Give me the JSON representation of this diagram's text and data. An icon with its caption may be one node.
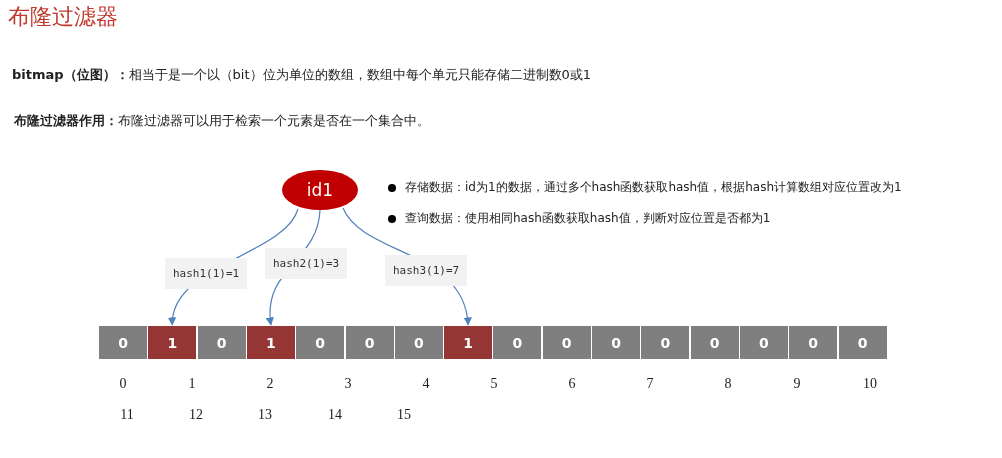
{
  "diagram": {
    "title": "布隆过滤器",
    "nodes": [
      {
        "text": [
          "id1"
        ]
      },
      {
        "text": [
          "0"
        ]
      },
      {
        "text": [
          "1"
        ]
      },
      {
        "text": [
          "0"
        ]
      },
      {
        "text": [
          "1"
        ]
      },
      {
        "text": [
          "0"
        ]
      },
      {
        "text": [
          "0"
        ]
      },
      {
        "text": [
          "0"
        ]
      },
      {
        "text": [
          "1"
        ]
      },
      {
        "text": [
          "0"
        ]
      },
      {
        "text": [
          "0"
        ]
      },
      {
        "text": [
          "0"
        ]
      },
      {
        "text": [
          "0"
        ]
      },
      {
        "text": [
          "0"
        ]
      },
      {
        "text": [
          "0"
        ]
      },
      {
        "text": [
          "0"
        ]
      },
      {
        "text": [
          "0"
        ]
      }
    ],
    "edges": [
      {
        "from": 0,
        "to": 2,
        "arrow": "to",
        "label": "hash1(1)=1"
      },
      {
        "from": 0,
        "to": 4,
        "arrow": "to",
        "label": "hash2(1)=3"
      },
      {
        "from": 0,
        "to": 8,
        "arrow": "to",
        "label": "hash3(1)=7"
      }
    ],
    "labels": [
      "**bitmap（位图）：**相当于是一个以（bit）位为单位的数组，数组中每个单元只能存储二进制数0或1",
      "**布隆过滤器作用：**布隆过滤器可以用于检索一个元素是否在一个集合中。",
      "存储数据：id为1的数据，通过多个hash函数获取hash值，根据hash计算数组对应位置改为1",
      "查询数据：使用相同hash函数获取hash值，判断对应位置是否都为1",
      "0",
      "1",
      "2",
      "3",
      "4",
      "5",
      "6",
      "7",
      "8",
      "9",
      "10",
      "11",
      "12",
      "13",
      "14",
      "15"
    ]
  }
}
